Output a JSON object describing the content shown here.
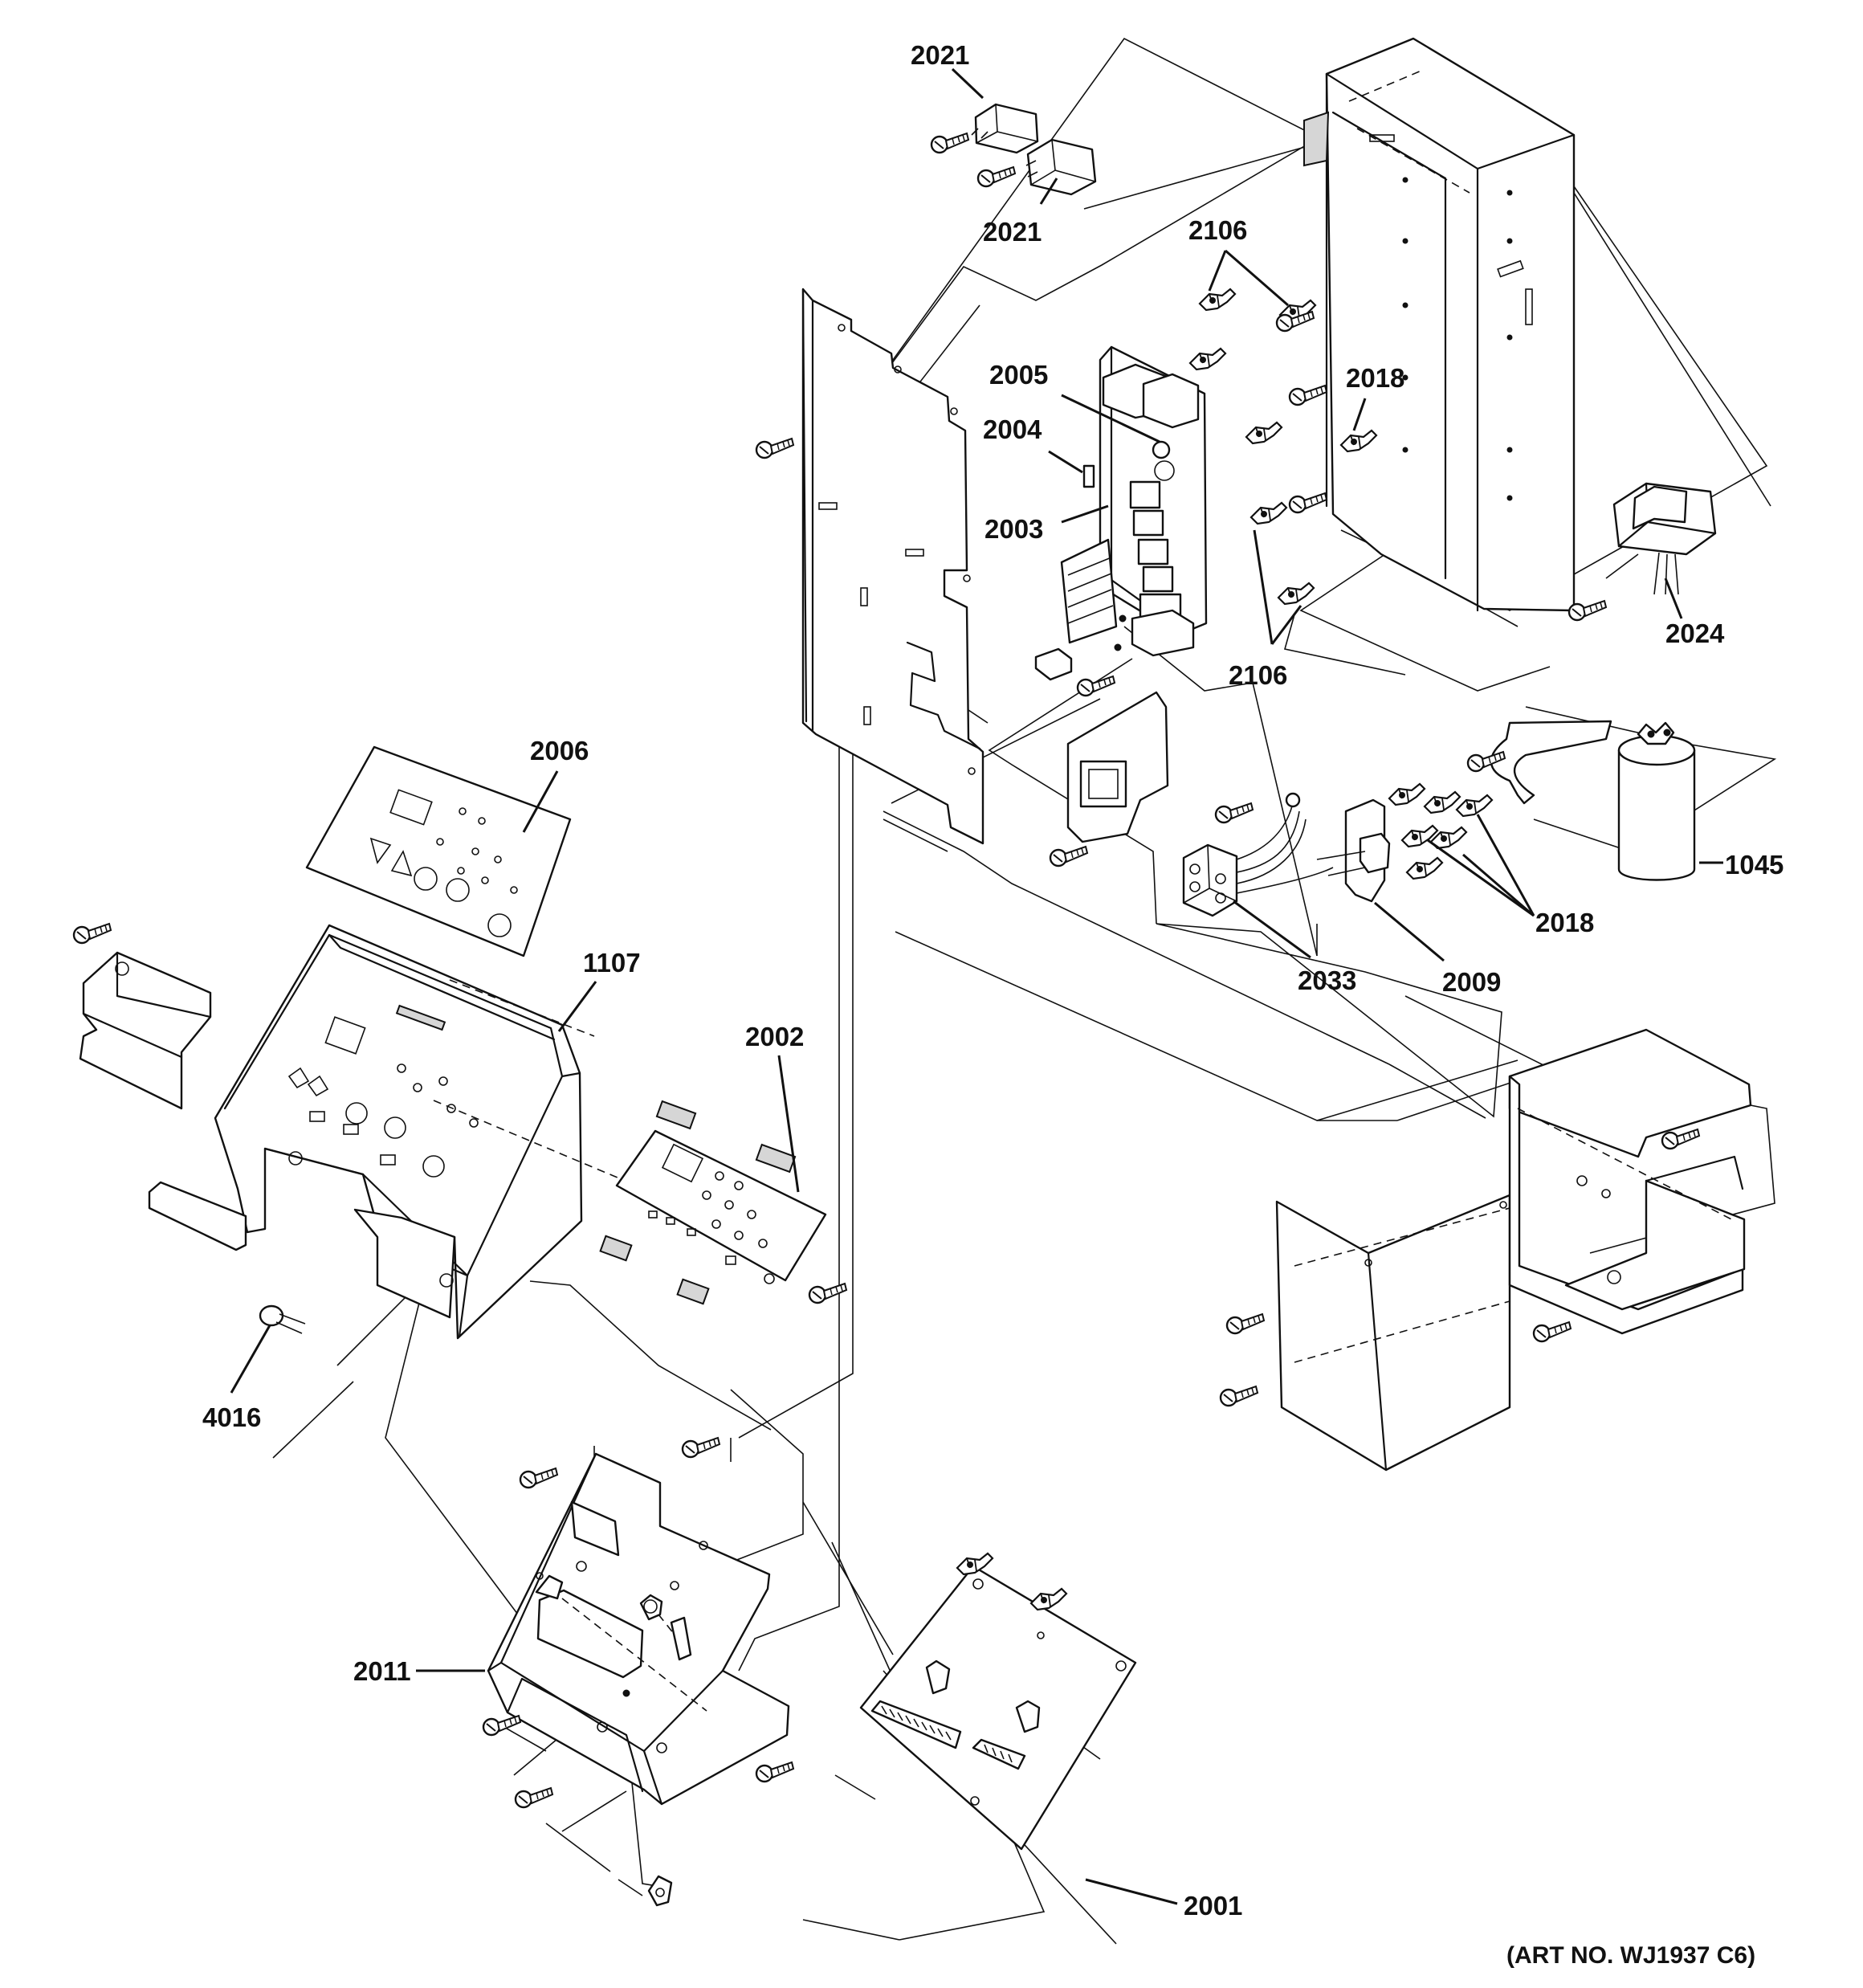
{
  "callouts": [
    {
      "id": "2021a",
      "text": "2021"
    },
    {
      "id": "2021b",
      "text": "2021"
    },
    {
      "id": "2106a",
      "text": "2106"
    },
    {
      "id": "2005",
      "text": "2005"
    },
    {
      "id": "2018a",
      "text": "2018"
    },
    {
      "id": "2004",
      "text": "2004"
    },
    {
      "id": "2003",
      "text": "2003"
    },
    {
      "id": "2024",
      "text": "2024"
    },
    {
      "id": "2106b",
      "text": "2106"
    },
    {
      "id": "2006",
      "text": "2006"
    },
    {
      "id": "1045",
      "text": "1045"
    },
    {
      "id": "1107",
      "text": "1107"
    },
    {
      "id": "2018b",
      "text": "2018"
    },
    {
      "id": "2033",
      "text": "2033"
    },
    {
      "id": "2009",
      "text": "2009"
    },
    {
      "id": "2002",
      "text": "2002"
    },
    {
      "id": "4016",
      "text": "4016"
    },
    {
      "id": "2011",
      "text": "2011"
    },
    {
      "id": "2001",
      "text": "2001"
    }
  ],
  "art_number": "(ART NO. WJ1937 C6)"
}
